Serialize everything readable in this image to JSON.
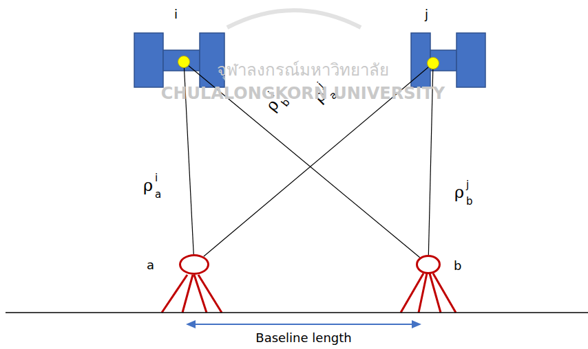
{
  "diagram": {
    "nodes": [
      {
        "text": [
          "i"
        ]
      },
      {
        "text": [
          "j"
        ]
      },
      {
        "text": [
          "a"
        ]
      },
      {
        "text": [
          "b"
        ]
      }
    ],
    "edges": [
      {
        "from": 0,
        "to": 2,
        "arrow": "none",
        "label": "ρ"
      },
      {
        "from": 0,
        "to": 3,
        "arrow": "none",
        "label": "ρ"
      },
      {
        "from": 1,
        "to": 2,
        "arrow": "none",
        "label": "ρ"
      },
      {
        "from": 1,
        "to": 3,
        "arrow": "none",
        "label": "ρ"
      }
    ],
    "labels": [
      "i",
      "a",
      "i",
      "b",
      "j",
      "a",
      "j",
      "b",
      "Baseline length",
      "จุฬาลงกรณ์มหาวิทยาลัย",
      "CHULALONGKORN UNIVERSITY"
    ]
  }
}
